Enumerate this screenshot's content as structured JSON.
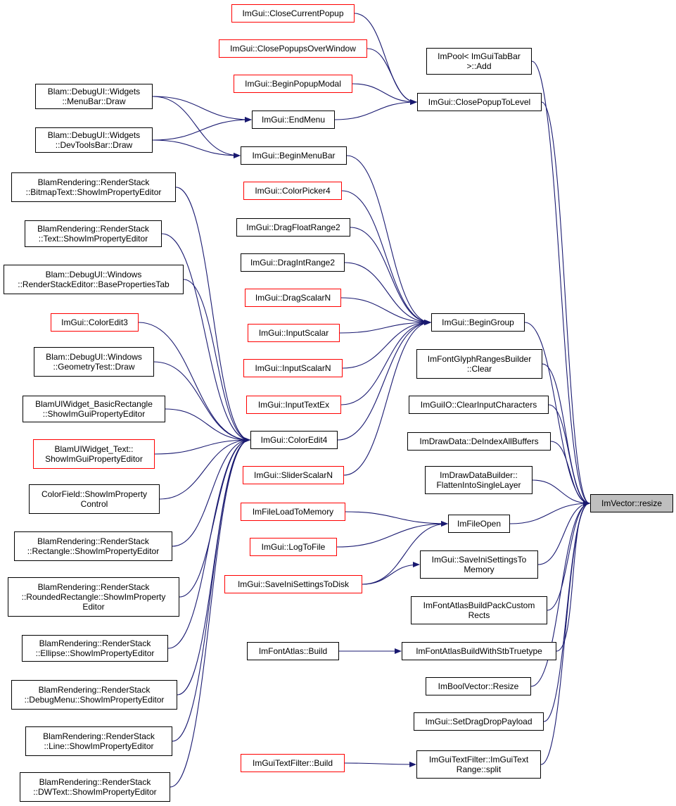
{
  "colors": {
    "edge": "#191970",
    "normal_border": "#000000",
    "missing_border": "#ff0000",
    "root_fill": "#bfbfbf"
  },
  "nodes": [
    {
      "id": "closecurrentpopup",
      "label": "ImGui::CloseCurrentPopup",
      "style": "red"
    },
    {
      "id": "closepopupsoverwindow",
      "label": "ImGui::ClosePopupsOverWindow",
      "style": "red"
    },
    {
      "id": "beginpopupmodal",
      "label": "ImGui::BeginPopupModal",
      "style": "red"
    },
    {
      "id": "menubar-draw",
      "label": "Blam::DebugUI::Widgets\n::MenuBar::Draw",
      "style": "normal"
    },
    {
      "id": "endmenu",
      "label": "ImGui::EndMenu",
      "style": "normal"
    },
    {
      "id": "devtoolsbar-draw",
      "label": "Blam::DebugUI::Widgets\n::DevToolsBar::Draw",
      "style": "normal"
    },
    {
      "id": "beginmenubar",
      "label": "ImGui::BeginMenuBar",
      "style": "normal"
    },
    {
      "id": "imguitabbar-add",
      "label": "ImPool< ImGuiTabBar\n>::Add",
      "style": "normal"
    },
    {
      "id": "closepopuptolevel",
      "label": "ImGui::ClosePopupToLevel",
      "style": "normal"
    },
    {
      "id": "bitmaptext-editor",
      "label": "BlamRendering::RenderStack\n::BitmapText::ShowImPropertyEditor",
      "style": "normal"
    },
    {
      "id": "colorpicker4",
      "label": "ImGui::ColorPicker4",
      "style": "red"
    },
    {
      "id": "text-editor",
      "label": "BlamRendering::RenderStack\n::Text::ShowImPropertyEditor",
      "style": "normal"
    },
    {
      "id": "dragfloatrange2",
      "label": "ImGui::DragFloatRange2",
      "style": "normal"
    },
    {
      "id": "dragintrange2",
      "label": "ImGui::DragIntRange2",
      "style": "normal"
    },
    {
      "id": "basepropertiestab",
      "label": "Blam::DebugUI::Windows\n::RenderStackEditor::BasePropertiesTab",
      "style": "normal"
    },
    {
      "id": "dragscalarn",
      "label": "ImGui::DragScalarN",
      "style": "red"
    },
    {
      "id": "coloredit3",
      "label": "ImGui::ColorEdit3",
      "style": "red"
    },
    {
      "id": "begingroup",
      "label": "ImGui::BeginGroup",
      "style": "normal"
    },
    {
      "id": "inputscalar",
      "label": "ImGui::InputScalar",
      "style": "red"
    },
    {
      "id": "geometrytest-draw",
      "label": "Blam::DebugUI::Windows\n::GeometryTest::Draw",
      "style": "normal"
    },
    {
      "id": "glyphranges-clear",
      "label": "ImFontGlyphRangesBuilder\n::Clear",
      "style": "normal"
    },
    {
      "id": "inputscalarn",
      "label": "ImGui::InputScalarN",
      "style": "red"
    },
    {
      "id": "inputtextex",
      "label": "ImGui::InputTextEx",
      "style": "red"
    },
    {
      "id": "clearinputcharacters",
      "label": "ImGuiIO::ClearInputCharacters",
      "style": "normal"
    },
    {
      "id": "basicrectangle-editor",
      "label": "BlamUIWidget_BasicRectangle\n::ShowImGuiPropertyEditor",
      "style": "normal"
    },
    {
      "id": "coloredit4",
      "label": "ImGui::ColorEdit4",
      "style": "normal"
    },
    {
      "id": "widget-text-editor",
      "label": "BlamUIWidget_Text::\nShowImGuiPropertyEditor",
      "style": "red"
    },
    {
      "id": "deindexallbuffers",
      "label": "ImDrawData::DeIndexAllBuffers",
      "style": "normal"
    },
    {
      "id": "sliderscalarn",
      "label": "ImGui::SliderScalarN",
      "style": "red"
    },
    {
      "id": "colorfield-editor",
      "label": "ColorField::ShowImProperty\nControl",
      "style": "normal"
    },
    {
      "id": "flattenintosinglelayer",
      "label": "ImDrawDataBuilder::\nFlattenIntoSingleLayer",
      "style": "normal"
    },
    {
      "id": "imvector-resize",
      "label": "ImVector::resize",
      "style": "root"
    },
    {
      "id": "filelooadtomemory",
      "label": "ImFileLoadToMemory",
      "style": "red"
    },
    {
      "id": "fileopen",
      "label": "ImFileOpen",
      "style": "normal"
    },
    {
      "id": "rectangle-editor",
      "label": "BlamRendering::RenderStack\n::Rectangle::ShowImPropertyEditor",
      "style": "normal"
    },
    {
      "id": "logtofile",
      "label": "ImGui::LogToFile",
      "style": "red"
    },
    {
      "id": "saveinisettingstomemory",
      "label": "ImGui::SaveIniSettingsTo\nMemory",
      "style": "normal"
    },
    {
      "id": "saveinisettingstodisk",
      "label": "ImGui::SaveIniSettingsToDisk",
      "style": "red"
    },
    {
      "id": "roundedrectangle-editor",
      "label": "BlamRendering::RenderStack\n::RoundedRectangle::ShowImProperty\nEditor",
      "style": "normal"
    },
    {
      "id": "buildpackcustomrects",
      "label": "ImFontAtlasBuildPackCustom\nRects",
      "style": "normal"
    },
    {
      "id": "ellipse-editor",
      "label": "BlamRendering::RenderStack\n::Ellipse::ShowImPropertyEditor",
      "style": "normal"
    },
    {
      "id": "fontatlas-build",
      "label": "ImFontAtlas::Build",
      "style": "normal"
    },
    {
      "id": "buildwithstbtruetype",
      "label": "ImFontAtlasBuildWithStbTruetype",
      "style": "normal"
    },
    {
      "id": "boolvector-resize",
      "label": "ImBoolVector::Resize",
      "style": "normal"
    },
    {
      "id": "debugmenu-editor",
      "label": "BlamRendering::RenderStack\n::DebugMenu::ShowImPropertyEditor",
      "style": "normal"
    },
    {
      "id": "setdragdroppayload",
      "label": "ImGui::SetDragDropPayload",
      "style": "normal"
    },
    {
      "id": "line-editor",
      "label": "BlamRendering::RenderStack\n::Line::ShowImPropertyEditor",
      "style": "normal"
    },
    {
      "id": "textfilter-build",
      "label": "ImGuiTextFilter::Build",
      "style": "red"
    },
    {
      "id": "textrange-split",
      "label": "ImGuiTextFilter::ImGuiText\nRange::split",
      "style": "normal"
    },
    {
      "id": "dwtext-editor",
      "label": "BlamRendering::RenderStack\n::DWText::ShowImPropertyEditor",
      "style": "normal"
    }
  ],
  "edges": [
    [
      "closecurrentpopup",
      "closepopuptolevel"
    ],
    [
      "closepopupsoverwindow",
      "closepopuptolevel"
    ],
    [
      "beginpopupmodal",
      "closepopuptolevel"
    ],
    [
      "endmenu",
      "closepopuptolevel"
    ],
    [
      "menubar-draw",
      "endmenu"
    ],
    [
      "devtoolsbar-draw",
      "endmenu"
    ],
    [
      "menubar-draw",
      "beginmenubar"
    ],
    [
      "devtoolsbar-draw",
      "beginmenubar"
    ],
    [
      "beginmenubar",
      "begingroup"
    ],
    [
      "colorpicker4",
      "begingroup"
    ],
    [
      "dragfloatrange2",
      "begingroup"
    ],
    [
      "dragintrange2",
      "begingroup"
    ],
    [
      "dragscalarn",
      "begingroup"
    ],
    [
      "inputscalar",
      "begingroup"
    ],
    [
      "inputscalarn",
      "begingroup"
    ],
    [
      "inputtextex",
      "begingroup"
    ],
    [
      "coloredit4",
      "begingroup"
    ],
    [
      "sliderscalarn",
      "begingroup"
    ],
    [
      "bitmaptext-editor",
      "coloredit4"
    ],
    [
      "text-editor",
      "coloredit4"
    ],
    [
      "basepropertiestab",
      "coloredit4"
    ],
    [
      "coloredit3",
      "coloredit4"
    ],
    [
      "geometrytest-draw",
      "coloredit4"
    ],
    [
      "basicrectangle-editor",
      "coloredit4"
    ],
    [
      "widget-text-editor",
      "coloredit4"
    ],
    [
      "colorfield-editor",
      "coloredit4"
    ],
    [
      "rectangle-editor",
      "coloredit4"
    ],
    [
      "roundedrectangle-editor",
      "coloredit4"
    ],
    [
      "ellipse-editor",
      "coloredit4"
    ],
    [
      "debugmenu-editor",
      "coloredit4"
    ],
    [
      "line-editor",
      "coloredit4"
    ],
    [
      "dwtext-editor",
      "coloredit4"
    ],
    [
      "filelooadtomemory",
      "fileopen"
    ],
    [
      "logtofile",
      "fileopen"
    ],
    [
      "saveinisettingstodisk",
      "fileopen"
    ],
    [
      "saveinisettingstodisk",
      "saveinisettingstomemory"
    ],
    [
      "fontatlas-build",
      "buildwithstbtruetype"
    ],
    [
      "textfilter-build",
      "textrange-split"
    ],
    [
      "imguitabbar-add",
      "imvector-resize"
    ],
    [
      "closepopuptolevel",
      "imvector-resize"
    ],
    [
      "begingroup",
      "imvector-resize"
    ],
    [
      "glyphranges-clear",
      "imvector-resize"
    ],
    [
      "clearinputcharacters",
      "imvector-resize"
    ],
    [
      "deindexallbuffers",
      "imvector-resize"
    ],
    [
      "flattenintosinglelayer",
      "imvector-resize"
    ],
    [
      "fileopen",
      "imvector-resize"
    ],
    [
      "saveinisettingstomemory",
      "imvector-resize"
    ],
    [
      "buildpackcustomrects",
      "imvector-resize"
    ],
    [
      "buildwithstbtruetype",
      "imvector-resize"
    ],
    [
      "boolvector-resize",
      "imvector-resize"
    ],
    [
      "setdragdroppayload",
      "imvector-resize"
    ],
    [
      "textrange-split",
      "imvector-resize"
    ]
  ]
}
